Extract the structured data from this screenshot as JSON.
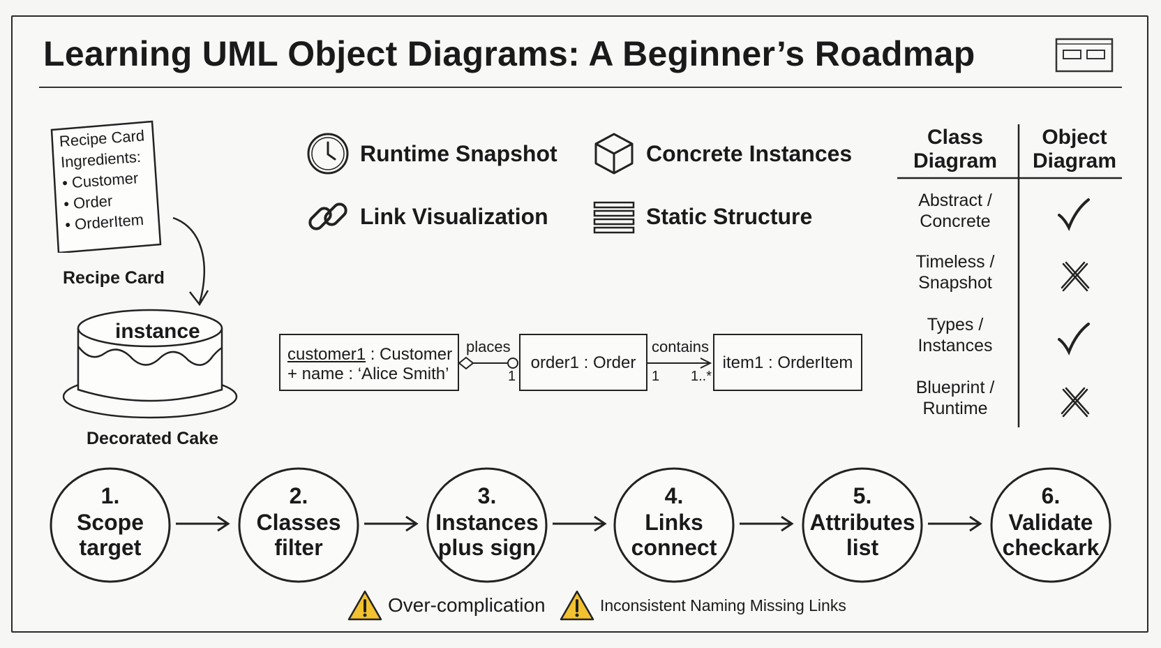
{
  "title": "Learning UML Object Diagrams: A Beginner’s Roadmap",
  "recipe_card": {
    "heading": "Recipe Card",
    "ingredients_label": "Ingredients:",
    "items": [
      "• Customer",
      "• Order",
      "• OrderItem"
    ],
    "caption": "Recipe Card"
  },
  "cake": {
    "label": "instance",
    "caption": "Decorated Cake"
  },
  "features": [
    {
      "label": "Runtime Snapshot",
      "icon": "clock-icon"
    },
    {
      "label": "Concrete Instances",
      "icon": "cube-icon"
    },
    {
      "label": "Link Visualization",
      "icon": "chain-link-icon"
    },
    {
      "label": "Static Structure",
      "icon": "stacked-lines-icon"
    }
  ],
  "object_diagram": {
    "customer": {
      "name": "customer1",
      "type": " : Customer",
      "attribute": "+ name   : ‘Alice Smith’"
    },
    "order": {
      "label": "order1 : Order"
    },
    "item": {
      "label": "item1 : OrderItem"
    },
    "link1": {
      "label": "places",
      "mult_end": "1"
    },
    "link2": {
      "label": "contains",
      "mult_start": "1",
      "mult_end": "1..*"
    }
  },
  "comparison": {
    "headers": [
      "Class\nDiagram",
      "Object\nDiagram"
    ],
    "rows": [
      {
        "line1": "Abstract /",
        "line2": "Concrete",
        "mark": "check"
      },
      {
        "line1": "Timeless /",
        "line2": "Snapshot",
        "mark": "cross"
      },
      {
        "line1": "Types /",
        "line2": "Instances",
        "mark": "check"
      },
      {
        "line1": "Blueprint /",
        "line2": "Runtime",
        "mark": "cross"
      }
    ]
  },
  "steps": [
    {
      "num": "1.",
      "line1": "Scope",
      "line2": "target"
    },
    {
      "num": "2.",
      "line1": "Classes",
      "line2": "filter"
    },
    {
      "num": "3.",
      "line1": "Instances",
      "line2": "plus sign"
    },
    {
      "num": "4.",
      "line1": "Links",
      "line2": "connect"
    },
    {
      "num": "5.",
      "line1": "Attributes",
      "line2": "list"
    },
    {
      "num": "6.",
      "line1": "Validate",
      "line2": "checkark"
    }
  ],
  "warnings": [
    {
      "label": "Over-complication",
      "icon": "warning-triangle-icon"
    },
    {
      "label": "Inconsistent Naming Missing Links",
      "icon": "warning-triangle-icon"
    }
  ],
  "colors": {
    "ink": "#1a1a1a",
    "warning": "#f2c230",
    "paper": "#f8f8f6"
  }
}
